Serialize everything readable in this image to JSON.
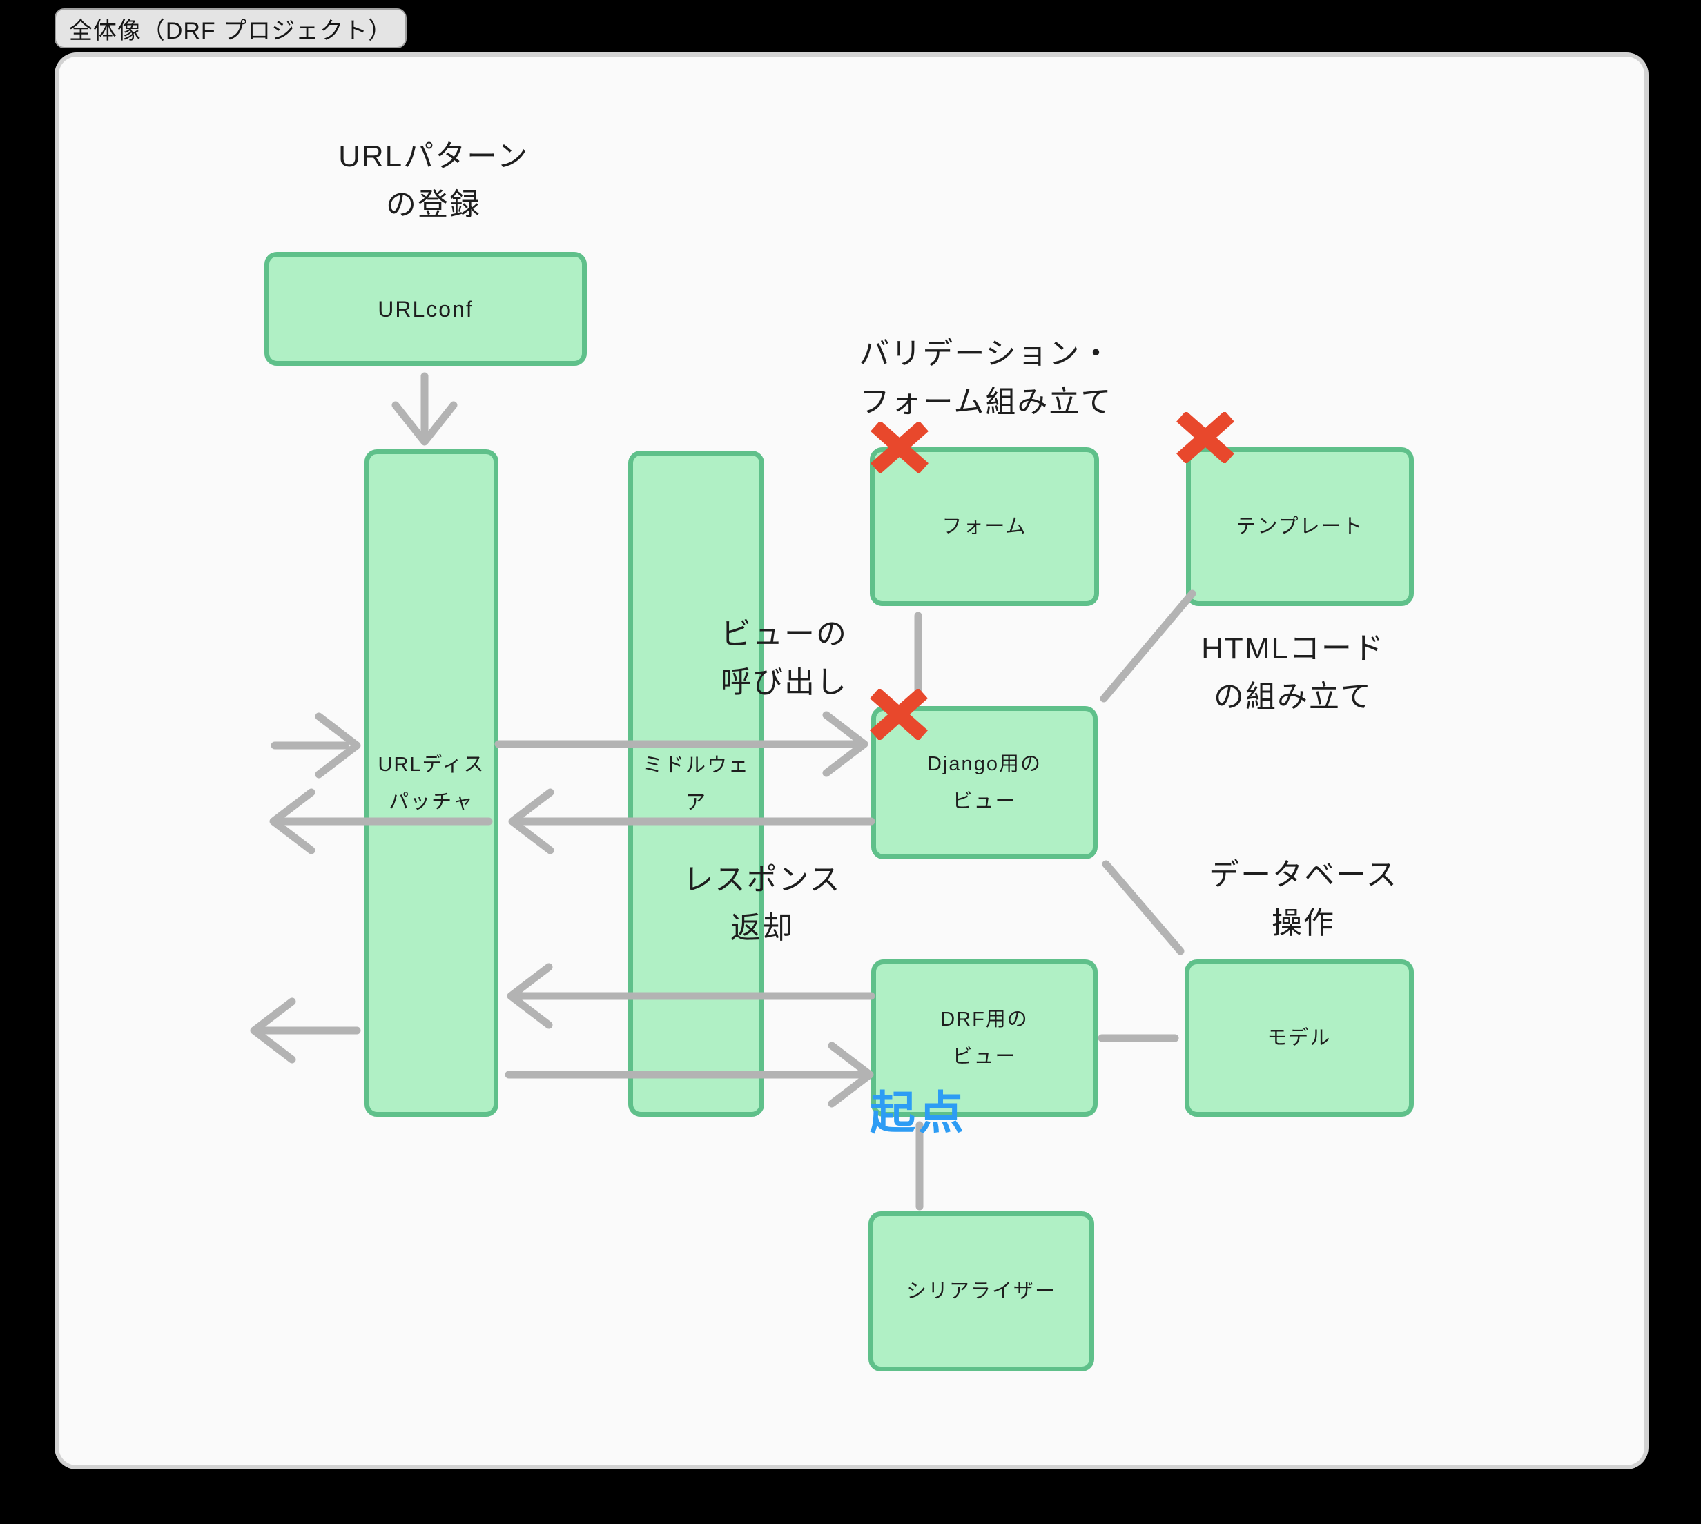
{
  "tab": {
    "label": "全体像（DRF プロジェクト）"
  },
  "nodes": {
    "urlconf": {
      "label": "URLconf"
    },
    "dispatcher": {
      "line1": "URLディス",
      "line2": "パッチャ"
    },
    "middleware": {
      "line1": "ミドルウェ",
      "line2": "ア"
    },
    "form": {
      "label": "フォーム"
    },
    "template": {
      "label": "テンプレート"
    },
    "django_view": {
      "line1": "Django用の",
      "line2": "ビュー"
    },
    "drf_view": {
      "line1": "DRF用の",
      "line2": "ビュー"
    },
    "model": {
      "label": "モデル"
    },
    "serializer": {
      "label": "シリアライザー"
    }
  },
  "annotations": {
    "url_pattern": {
      "line1": "URLパターン",
      "line2": "の登録"
    },
    "validation": {
      "line1": "バリデーション・",
      "line2": "フォーム組み立て"
    },
    "view_call": {
      "line1": "ビューの",
      "line2": "呼び出し"
    },
    "response_return": {
      "line1": "レスポンス",
      "line2": "返却"
    },
    "html_build": {
      "line1": "HTMLコード",
      "line2": "の組み立て"
    },
    "db_operation": {
      "line1": "データベース",
      "line2": "操作"
    },
    "origin": {
      "label": "起点"
    }
  },
  "colors": {
    "page_bg": "#000000",
    "panel_bg": "#fafafa",
    "tab_bg": "#e4e4e4",
    "tab_border": "#9e9e9e",
    "node_fill": "#b0f0c5",
    "node_border": "#5fc08a",
    "text": "#1e1e1e",
    "arrow": "#b3b3b3",
    "x_mark": "#e8482c",
    "origin_blue": "#2d9cf4"
  }
}
